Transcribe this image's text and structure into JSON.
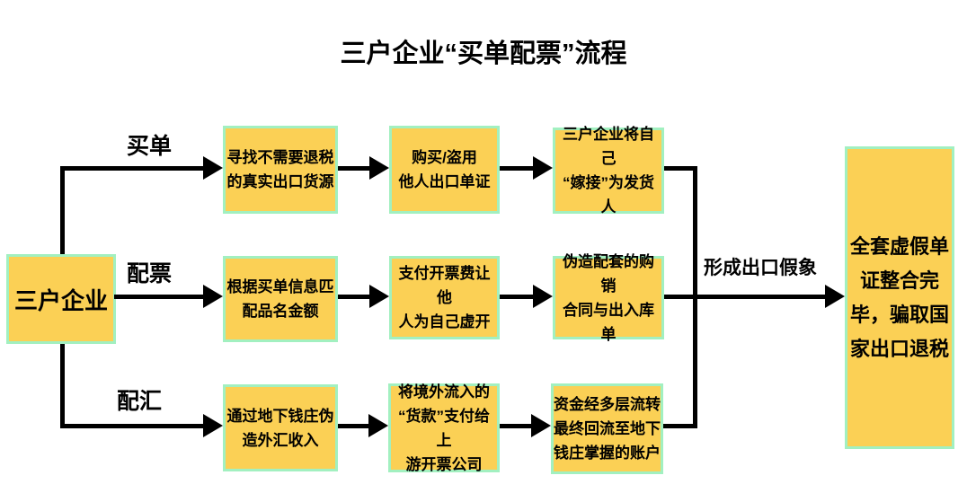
{
  "title": "三户企业“买单配票”流程",
  "colors": {
    "box_fill": "#FBD055",
    "box_border": "#A2F0C0",
    "connector": "#000000",
    "background": "#FFFFFF",
    "text": "#000000"
  },
  "source": {
    "label": "三户企业"
  },
  "rows": [
    {
      "label": "买单",
      "steps": [
        "寻找不需要退税\n的真实出口货源",
        "购买/盗用\n他人出口单证",
        "三户企业将自己\n“嫁接”为发货人"
      ]
    },
    {
      "label": "配票",
      "steps": [
        "根据买单信息匹\n配品名金额",
        "支付开票费让他\n人为自己虚开",
        "伪造配套的购销\n合同与出入库单"
      ]
    },
    {
      "label": "配汇",
      "steps": [
        "通过地下钱庄伪\n造外汇收入",
        "将境外流入的\n“货款”支付给上\n游开票公司",
        "资金经多层流转\n最终回流至地下\n钱庄掌握的账户"
      ]
    }
  ],
  "merge": {
    "annotation": "形成出口假象"
  },
  "result": {
    "label": "全套虚假单\n证整合完\n毕，骗取国\n家出口退税"
  }
}
